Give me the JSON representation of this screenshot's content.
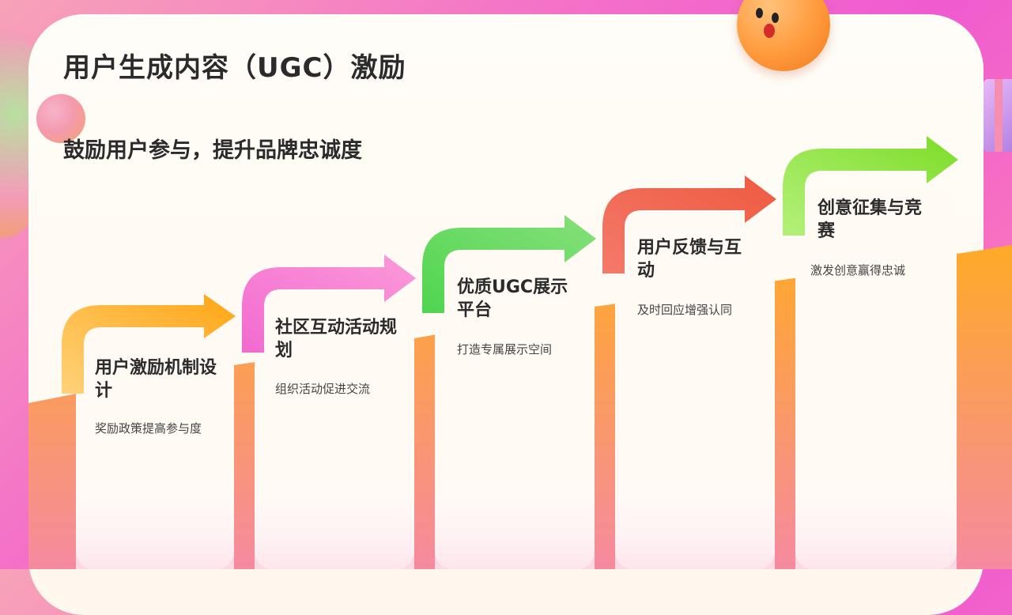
{
  "title": "用户生成内容（UGC）激励",
  "subtitle": "鼓励用户参与，提升品牌忠诚度",
  "colors": {
    "orange": "#ffb020",
    "pink": "#f478c8",
    "green": "#62d86a",
    "coral": "#f06a55",
    "lime": "#8fe040"
  },
  "steps": [
    {
      "title": "用户激励机制设计",
      "desc": "奖励政策提高参与度",
      "arrow_color": "orange"
    },
    {
      "title": "社区互动活动规划",
      "desc": "组织活动促进交流",
      "arrow_color": "pink"
    },
    {
      "title": "优质UGC展示平台",
      "desc": "打造专属展示空间",
      "arrow_color": "green"
    },
    {
      "title": "用户反馈与互动",
      "desc": "及时回应增强认同",
      "arrow_color": "coral"
    },
    {
      "title": "创意征集与竞赛",
      "desc": "激发创意赢得忠诚",
      "arrow_color": "lime"
    }
  ]
}
